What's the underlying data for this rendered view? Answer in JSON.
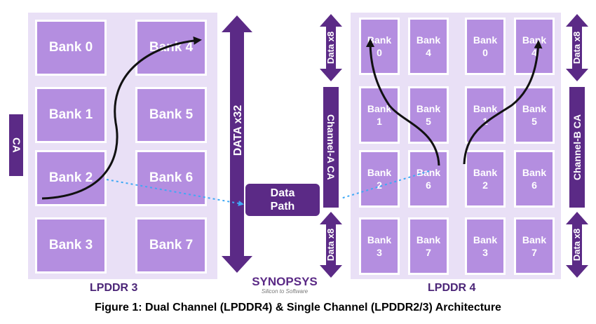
{
  "lpddr3": {
    "label": "LPDDR 3",
    "banks": [
      "Bank 0",
      "Bank 4",
      "Bank 1",
      "Bank 5",
      "Bank 2",
      "Bank 6",
      "Bank 3",
      "Bank 7"
    ],
    "ca_label": "CA",
    "data_label": "DATA x32"
  },
  "data_path": {
    "line1": "Data",
    "line2": "Path"
  },
  "lpddr4": {
    "label": "LPDDR 4",
    "channel_a_banks": [
      [
        "Bank",
        "0"
      ],
      [
        "Bank",
        "4"
      ],
      [
        "Bank",
        "1"
      ],
      [
        "Bank",
        "5"
      ],
      [
        "Bank",
        "2"
      ],
      [
        "Bank",
        "6"
      ],
      [
        "Bank",
        "3"
      ],
      [
        "Bank",
        "7"
      ]
    ],
    "channel_b_banks": [
      [
        "Bank",
        "0"
      ],
      [
        "Bank",
        "4"
      ],
      [
        "Bank",
        "1"
      ],
      [
        "Bank",
        "5"
      ],
      [
        "Bank",
        "2"
      ],
      [
        "Bank",
        "6"
      ],
      [
        "Bank",
        "3"
      ],
      [
        "Bank",
        "7"
      ]
    ],
    "channel_a_label": "Channel-A   CA",
    "channel_b_label": "Channel-B   CA",
    "data_x8": "Data x8"
  },
  "logo": {
    "name": "SYNOPSYS",
    "tagline": "Silicon to Software"
  },
  "caption": "Figure 1: Dual Channel (LPDDR4) & Single Channel (LPDDR2/3) Architecture",
  "colors": {
    "bank": "#b48ee0",
    "panel": "#e9e0f6",
    "bar": "#5b2a86",
    "arrow": "#3fa9f5",
    "text": "#4b2577"
  }
}
